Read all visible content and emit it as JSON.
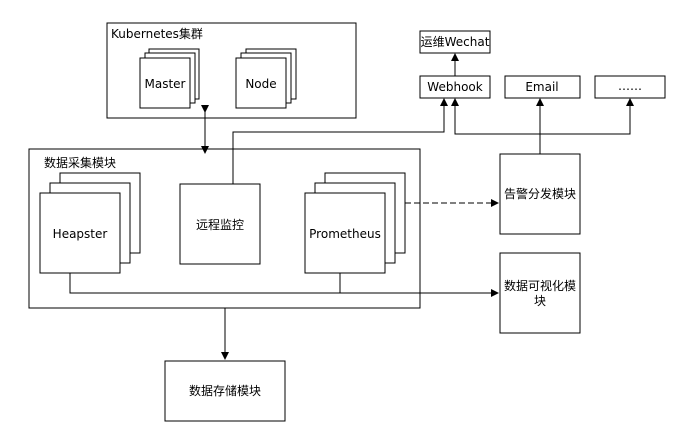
{
  "diagram": {
    "k8s_cluster": "Kubernetes集群",
    "master": "Master",
    "node": "Node",
    "collection_module": "数据采集模块",
    "heapster": "Heapster",
    "remote_monitor": "远程监控",
    "prometheus": "Prometheus",
    "alert_module": "告警分发模块",
    "visual_module_line1": "数据可视化模",
    "visual_module_line2": "块",
    "storage_module": "数据存储模块",
    "ops_wechat": "运维Wechat",
    "webhook": "Webhook",
    "email": "Email",
    "more": "……"
  }
}
